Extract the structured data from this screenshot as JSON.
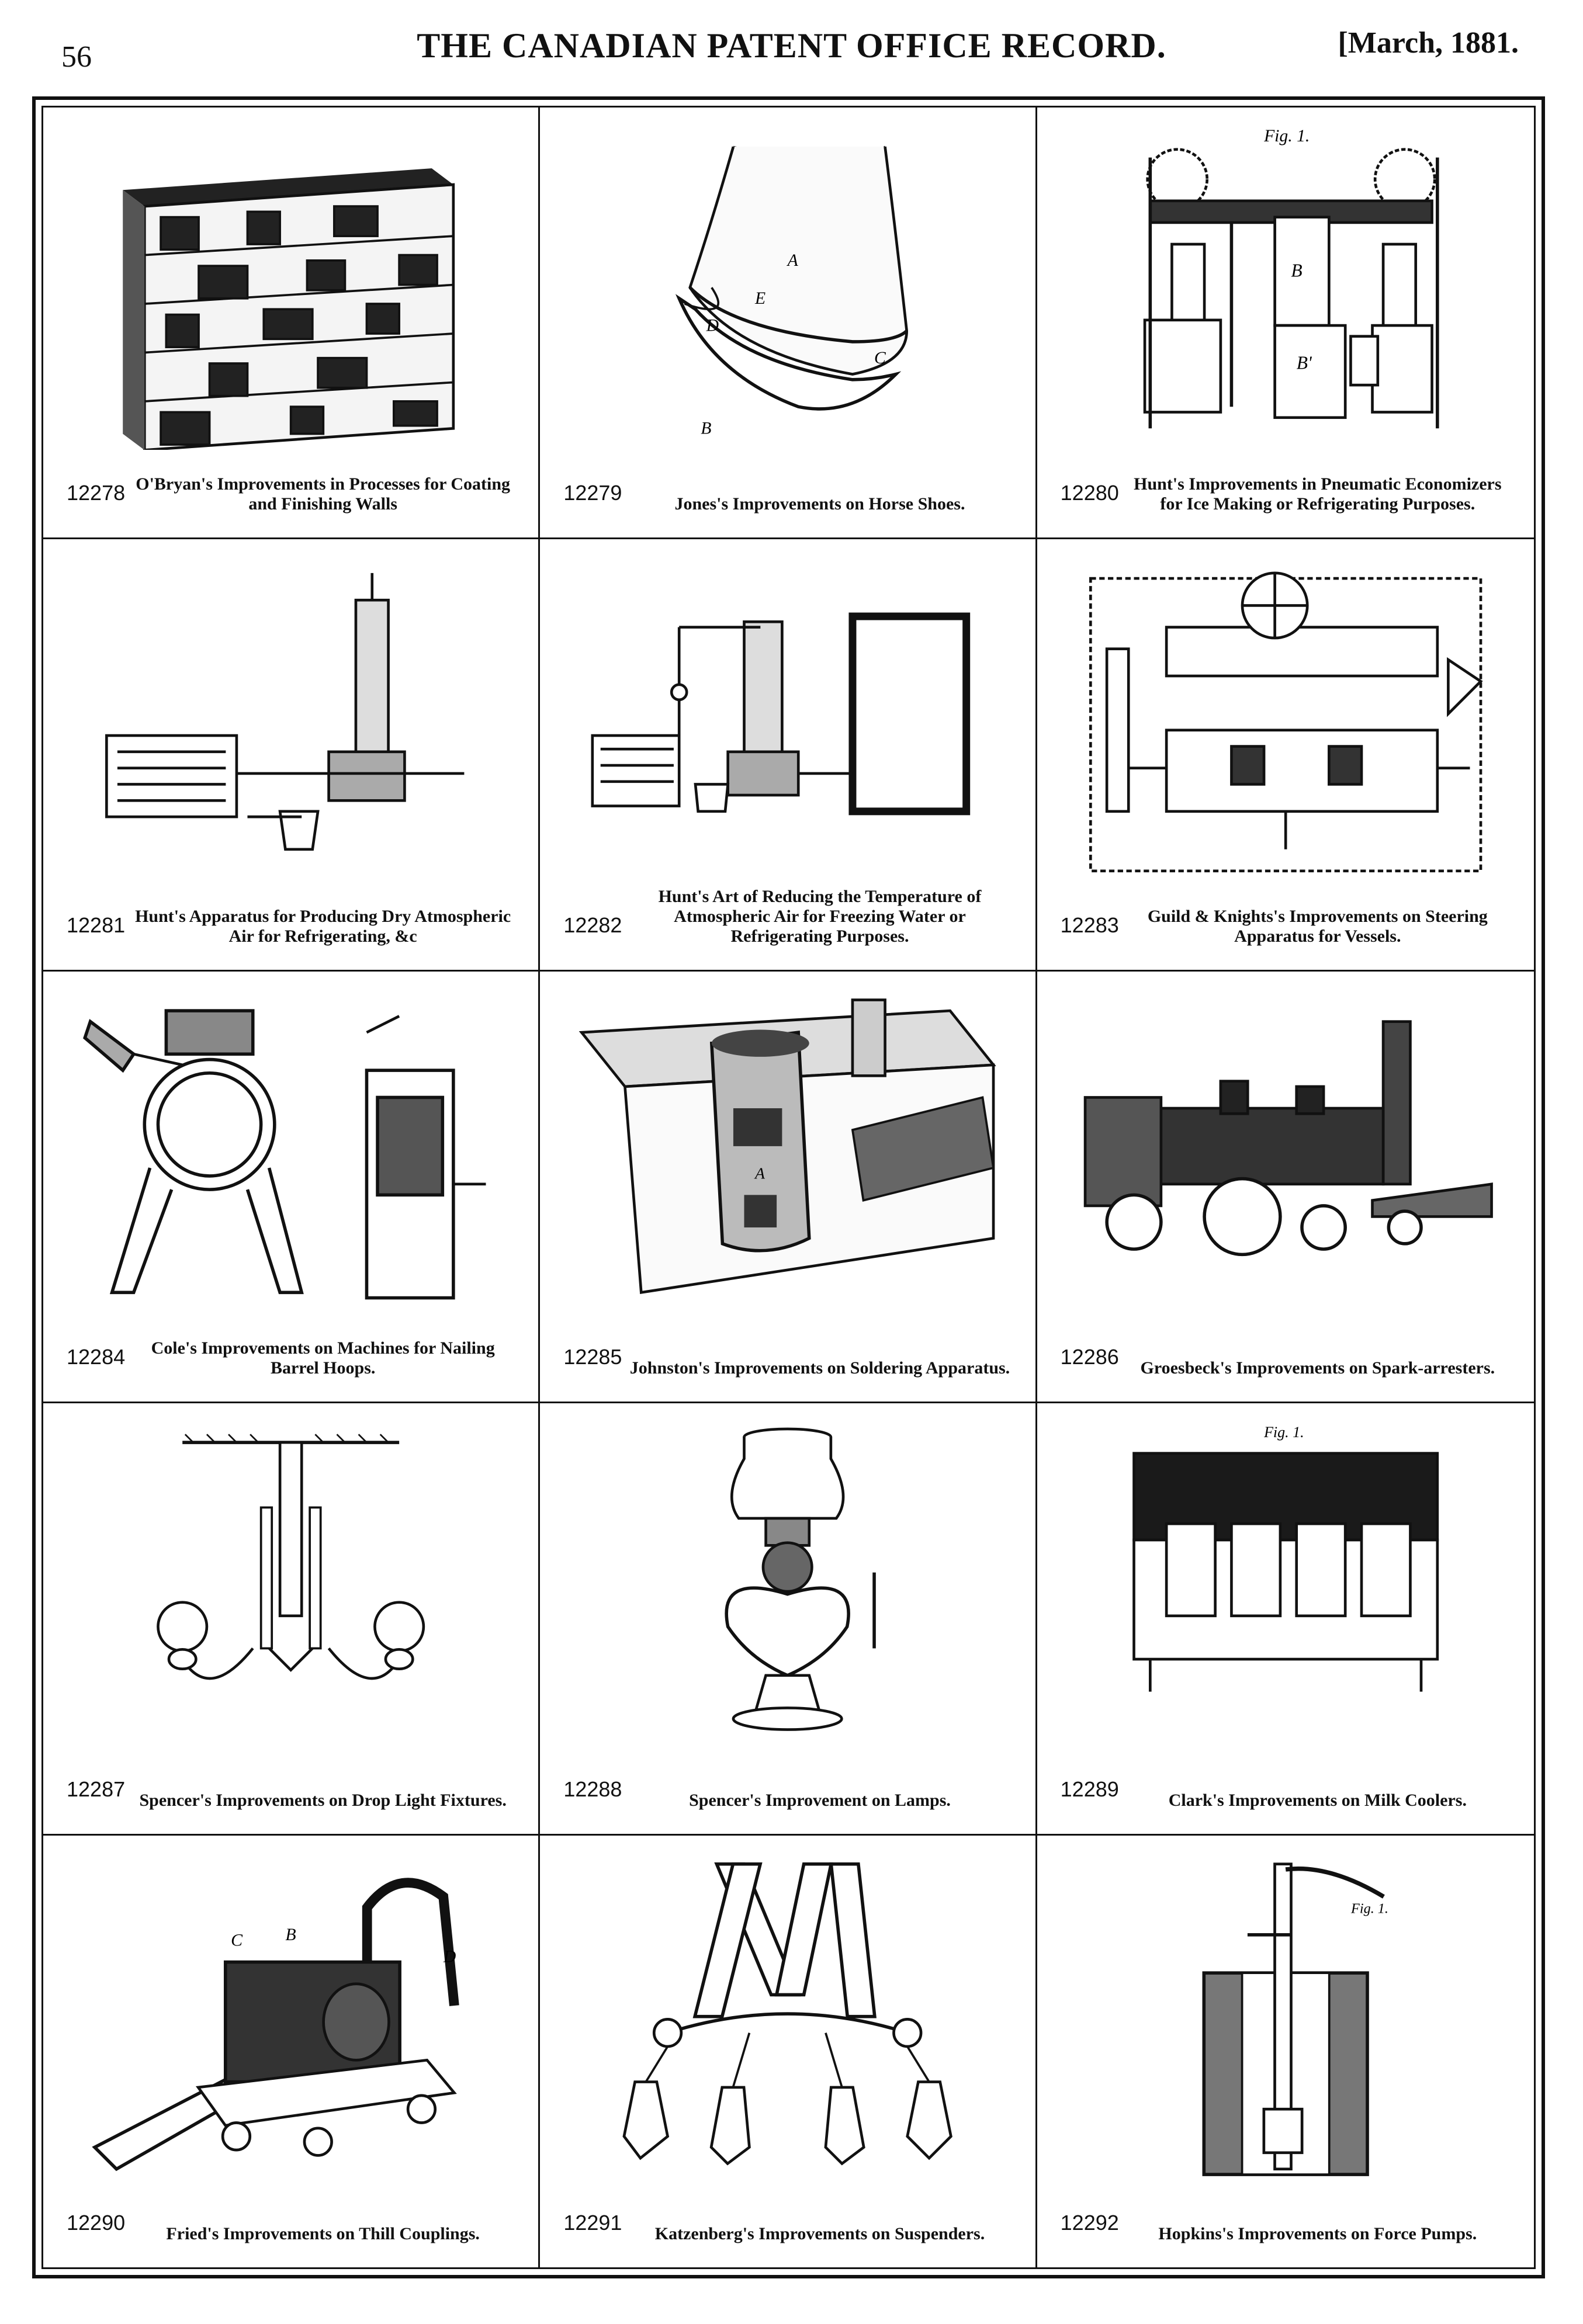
{
  "header": {
    "page_number": "56",
    "title": "THE CANADIAN PATENT OFFICE RECORD.",
    "date": "[March, 1881."
  },
  "patents": [
    {
      "number": "12278",
      "caption": "O'Bryan's Improvements in Processes for Coating and Finishing Walls",
      "figure": "brick-wall-illustration"
    },
    {
      "number": "12279",
      "caption": "Jones's Improvements on Horse Shoes.",
      "figure": "horse-hoof-illustration"
    },
    {
      "number": "12280",
      "caption": "Hunt's Improvements in Pneumatic Economizers for Ice Making or Refrigerating Purposes.",
      "figure": "pneumatic-machine-illustration"
    },
    {
      "number": "12281",
      "caption": "Hunt's Apparatus for Producing Dry Atmospheric Air for Refrigerating, &c",
      "figure": "refrigeration-apparatus-illustration"
    },
    {
      "number": "12282",
      "caption": "Hunt's Art of Reducing the Temperature of Atmospheric Air for Freezing Water or Refrigerating Purposes.",
      "figure": "cooling-apparatus-illustration"
    },
    {
      "number": "12283",
      "caption": "Guild & Knights's Improvements on Steering Apparatus for Vessels.",
      "figure": "steering-apparatus-illustration"
    },
    {
      "number": "12284",
      "caption": "Cole's Improvements on Machines for Nailing Barrel Hoops.",
      "figure": "hoop-nailing-machine-illustration"
    },
    {
      "number": "12285",
      "caption": "Johnston's Improvements on Soldering Apparatus.",
      "figure": "soldering-furnace-illustration"
    },
    {
      "number": "12286",
      "caption": "Groesbeck's Improvements on Spark-arresters.",
      "figure": "locomotive-illustration"
    },
    {
      "number": "12287",
      "caption": "Spencer's Improvements on Drop Light Fixtures.",
      "figure": "drop-light-illustration"
    },
    {
      "number": "12288",
      "caption": "Spencer's Improvement on Lamps.",
      "figure": "lamp-illustration"
    },
    {
      "number": "12289",
      "caption": "Clark's Improvements on Milk Coolers.",
      "figure": "milk-cooler-illustration"
    },
    {
      "number": "12290",
      "caption": "Fried's Improvements on Thill Couplings.",
      "figure": "thill-coupling-illustration"
    },
    {
      "number": "12291",
      "caption": "Katzenberg's Improvements on Suspenders.",
      "figure": "suspenders-illustration"
    },
    {
      "number": "12292",
      "caption": "Hopkins's Improvements on Force Pumps.",
      "figure": "force-pump-illustration"
    }
  ]
}
